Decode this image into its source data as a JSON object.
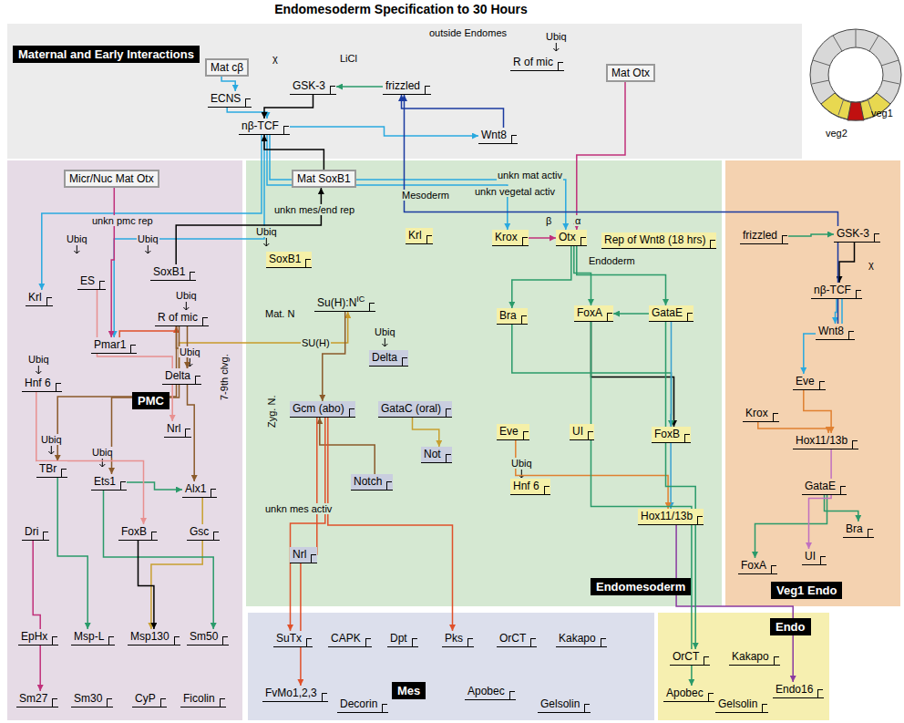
{
  "diagram": {
    "title": "Endomesoderm Specification to 30 Hours",
    "nodes": [
      {
        "text": [
          "Maternal and Early Interactions"
        ]
      },
      {
        "text": [
          "Mat cβ"
        ],
        "in": 0
      },
      {
        "text": [
          "ECNS"
        ],
        "in": 0
      },
      {
        "text": [
          "nβ-TCF"
        ],
        "in": 0
      },
      {
        "text": [
          "GSK-3"
        ],
        "in": 0
      },
      {
        "text": [
          "frizzled"
        ],
        "in": 0
      },
      {
        "text": [
          "R of mic"
        ],
        "in": 0
      },
      {
        "text": [
          "Wnt8"
        ],
        "in": 0
      },
      {
        "text": [
          "Mat Otx"
        ],
        "in": 0
      },
      {
        "text": [
          "PMC"
        ]
      },
      {
        "text": [
          "Micr/Nuc Mat Otx"
        ],
        "in": 9
      },
      {
        "text": [
          "SoxB1"
        ],
        "in": 9
      },
      {
        "text": [
          "ES"
        ],
        "in": 9
      },
      {
        "text": [
          "Krl"
        ],
        "in": 9
      },
      {
        "text": [
          "Pmar1"
        ],
        "in": 9
      },
      {
        "text": [
          "R of mic"
        ],
        "in": 9
      },
      {
        "text": [
          "Hnf 6"
        ],
        "in": 9
      },
      {
        "text": [
          "Delta"
        ],
        "in": 9
      },
      {
        "text": [
          "Nrl"
        ],
        "in": 9
      },
      {
        "text": [
          "TBr"
        ],
        "in": 9
      },
      {
        "text": [
          "Ets1"
        ],
        "in": 9
      },
      {
        "text": [
          "Alx1"
        ],
        "in": 9
      },
      {
        "text": [
          "Dri"
        ],
        "in": 9
      },
      {
        "text": [
          "FoxB"
        ],
        "in": 9
      },
      {
        "text": [
          "Gsc"
        ],
        "in": 9
      },
      {
        "text": [
          "EpHx"
        ],
        "in": 9
      },
      {
        "text": [
          "Msp-L"
        ],
        "in": 9
      },
      {
        "text": [
          "Msp130"
        ],
        "in": 9
      },
      {
        "text": [
          "Sm50"
        ],
        "in": 9
      },
      {
        "text": [
          "Sm27"
        ],
        "in": 9
      },
      {
        "text": [
          "Sm30"
        ],
        "in": 9
      },
      {
        "text": [
          "CyP"
        ],
        "in": 9
      },
      {
        "text": [
          "Ficolin"
        ],
        "in": 9
      },
      {
        "text": [
          "Endomesoderm"
        ]
      },
      {
        "text": [
          "Mat SoxB1"
        ],
        "in": 33
      },
      {
        "text": [
          "SoxB1"
        ],
        "in": 33
      },
      {
        "text": [
          "Su(H):N",
          "IC"
        ],
        "in": 33
      },
      {
        "text": [
          "Delta"
        ],
        "in": 33
      },
      {
        "text": [
          "Krl"
        ],
        "in": 33
      },
      {
        "text": [
          "Krox"
        ],
        "in": 33
      },
      {
        "text": [
          "Otx"
        ],
        "in": 33
      },
      {
        "text": [
          "Rep of Wnt8 (18 hrs)"
        ],
        "in": 33
      },
      {
        "text": [
          "Bra"
        ],
        "in": 33
      },
      {
        "text": [
          "FoxA"
        ],
        "in": 33
      },
      {
        "text": [
          "GataE"
        ],
        "in": 33
      },
      {
        "text": [
          "Gcm (abo)"
        ],
        "in": 33
      },
      {
        "text": [
          "GataC (oral)"
        ],
        "in": 33
      },
      {
        "text": [
          "Not"
        ],
        "in": 33
      },
      {
        "text": [
          "Notch"
        ],
        "in": 33
      },
      {
        "text": [
          "Nrl"
        ],
        "in": 33
      },
      {
        "text": [
          "Eve"
        ],
        "in": 33
      },
      {
        "text": [
          "UI"
        ],
        "in": 33
      },
      {
        "text": [
          "FoxB"
        ],
        "in": 33
      },
      {
        "text": [
          "Hnf 6"
        ],
        "in": 33
      },
      {
        "text": [
          "Hox11/13b"
        ],
        "in": 33
      },
      {
        "text": [
          "Veg1 Endo"
        ]
      },
      {
        "text": [
          "frizzled"
        ],
        "in": 55
      },
      {
        "text": [
          "GSK-3"
        ],
        "in": 55
      },
      {
        "text": [
          "nβ-TCF"
        ],
        "in": 55
      },
      {
        "text": [
          "Wnt8"
        ],
        "in": 55
      },
      {
        "text": [
          "Eve"
        ],
        "in": 55
      },
      {
        "text": [
          "Krox"
        ],
        "in": 55
      },
      {
        "text": [
          "Hox11/13b"
        ],
        "in": 55
      },
      {
        "text": [
          "GataE"
        ],
        "in": 55
      },
      {
        "text": [
          "Bra"
        ],
        "in": 55
      },
      {
        "text": [
          "UI"
        ],
        "in": 55
      },
      {
        "text": [
          "FoxA"
        ],
        "in": 55
      },
      {
        "text": [
          "Mes"
        ]
      },
      {
        "text": [
          "SuTx"
        ],
        "in": 67
      },
      {
        "text": [
          "CAPK"
        ],
        "in": 67
      },
      {
        "text": [
          "Dpt"
        ],
        "in": 67
      },
      {
        "text": [
          "Pks"
        ],
        "in": 67
      },
      {
        "text": [
          "OrCT"
        ],
        "in": 67
      },
      {
        "text": [
          "Kakapo"
        ],
        "in": 67
      },
      {
        "text": [
          "FvMo1,2,3"
        ],
        "in": 67
      },
      {
        "text": [
          "Decorin"
        ],
        "in": 67
      },
      {
        "text": [
          "Apobec"
        ],
        "in": 67
      },
      {
        "text": [
          "Gelsolin"
        ],
        "in": 67
      },
      {
        "text": [
          "Endo"
        ]
      },
      {
        "text": [
          "OrCT"
        ],
        "in": 78
      },
      {
        "text": [
          "Kakapo"
        ],
        "in": 78
      },
      {
        "text": [
          "Apobec"
        ],
        "in": 78
      },
      {
        "text": [
          "Gelsolin"
        ],
        "in": 78
      },
      {
        "text": [
          "Endo16"
        ],
        "in": 78
      }
    ],
    "edges": [
      {
        "from": 1,
        "to": 2,
        "arrow": "to"
      },
      {
        "from": 2,
        "to": 3,
        "arrow": "to"
      },
      {
        "from": 4,
        "to": 3,
        "arrow": "to"
      },
      {
        "from": 5,
        "to": 4,
        "arrow": "to"
      },
      {
        "from": 7,
        "to": 5,
        "arrow": "to"
      },
      {
        "from": 3,
        "to": 7,
        "arrow": "to"
      },
      {
        "from": 3,
        "to": 13,
        "arrow": "to"
      },
      {
        "from": 3,
        "to": 14,
        "arrow": "to"
      },
      {
        "from": 10,
        "to": 14,
        "arrow": "to"
      },
      {
        "from": 14,
        "to": 15,
        "arrow": "to"
      },
      {
        "from": 15,
        "to": 17,
        "arrow": "to"
      },
      {
        "from": 17,
        "to": 36,
        "arrow": "to"
      },
      {
        "from": 36,
        "to": 45,
        "arrow": "to"
      },
      {
        "from": 48,
        "to": 45,
        "arrow": "to"
      },
      {
        "from": 15,
        "to": 21,
        "arrow": "to"
      },
      {
        "from": 15,
        "to": 19,
        "arrow": "to"
      },
      {
        "from": 15,
        "to": 20,
        "arrow": "to"
      },
      {
        "from": 20,
        "to": 21,
        "arrow": "to"
      },
      {
        "from": 21,
        "to": 27,
        "arrow": "to"
      },
      {
        "from": 19,
        "to": 26,
        "arrow": "to"
      },
      {
        "from": 20,
        "to": 28,
        "arrow": "to"
      },
      {
        "from": 22,
        "to": 29,
        "arrow": "to"
      },
      {
        "from": 23,
        "to": 27,
        "arrow": "to"
      },
      {
        "from": 3,
        "to": 39,
        "arrow": "to"
      },
      {
        "from": 3,
        "to": 40,
        "arrow": "to"
      },
      {
        "from": 8,
        "to": 40,
        "arrow": "to"
      },
      {
        "from": 39,
        "to": 40,
        "arrow": "to"
      },
      {
        "from": 40,
        "to": 42,
        "arrow": "to"
      },
      {
        "from": 40,
        "to": 43,
        "arrow": "to"
      },
      {
        "from": 40,
        "to": 44,
        "arrow": "to"
      },
      {
        "from": 44,
        "to": 43,
        "arrow": "to"
      },
      {
        "from": 43,
        "to": 52,
        "arrow": "to"
      },
      {
        "from": 42,
        "to": 52,
        "arrow": "to"
      },
      {
        "from": 45,
        "to": 68,
        "arrow": "to"
      },
      {
        "from": 45,
        "to": 71,
        "arrow": "to"
      },
      {
        "from": 45,
        "to": 74,
        "arrow": "to"
      },
      {
        "from": 46,
        "to": 47,
        "arrow": "to"
      },
      {
        "from": 44,
        "to": 54,
        "arrow": "to"
      },
      {
        "from": 50,
        "to": 54,
        "arrow": "to"
      },
      {
        "from": 54,
        "to": 83,
        "arrow": "to"
      },
      {
        "from": 56,
        "to": 57,
        "arrow": "to"
      },
      {
        "from": 57,
        "to": 58,
        "arrow": "to"
      },
      {
        "from": 58,
        "to": 59,
        "arrow": "to"
      },
      {
        "from": 59,
        "to": 5,
        "arrow": "to"
      },
      {
        "from": 58,
        "to": 60,
        "arrow": "to"
      },
      {
        "from": 60,
        "to": 62,
        "arrow": "to"
      },
      {
        "from": 61,
        "to": 62,
        "arrow": "to"
      },
      {
        "from": 63,
        "to": 64,
        "arrow": "to"
      },
      {
        "from": 63,
        "to": 66,
        "arrow": "to"
      },
      {
        "from": 62,
        "to": 65,
        "arrow": "to"
      },
      {
        "from": 44,
        "to": 79,
        "arrow": "to"
      },
      {
        "from": 43,
        "to": 81,
        "arrow": "to"
      },
      {
        "from": 34,
        "to": 3,
        "arrow": "to"
      },
      {
        "from": 11,
        "to": 34,
        "arrow": "to"
      },
      {
        "from": 12,
        "to": 18,
        "arrow": "to"
      },
      {
        "from": 16,
        "to": 23,
        "arrow": "to"
      }
    ],
    "labels": [
      "χ",
      "LiCl",
      "outside Endomes",
      "Ubiq",
      "Ubiq",
      "unkn pmc rep",
      "Ubiq",
      "Ubiq",
      "Ubiq",
      "Ubiq",
      "7-9th clvg.",
      "Ubiq",
      "Ubiq",
      "unkn mes/end rep",
      "Ubiq",
      "Mat. N",
      "SU(H)",
      "Ubiq",
      "Zyg. N.",
      "Mesoderm",
      "Endoderm",
      "unkn mat activ",
      "unkn vegetal activ",
      "β",
      "α",
      "unkn mes activ",
      "Ubiq",
      "χ",
      "veg1",
      "veg2"
    ]
  }
}
